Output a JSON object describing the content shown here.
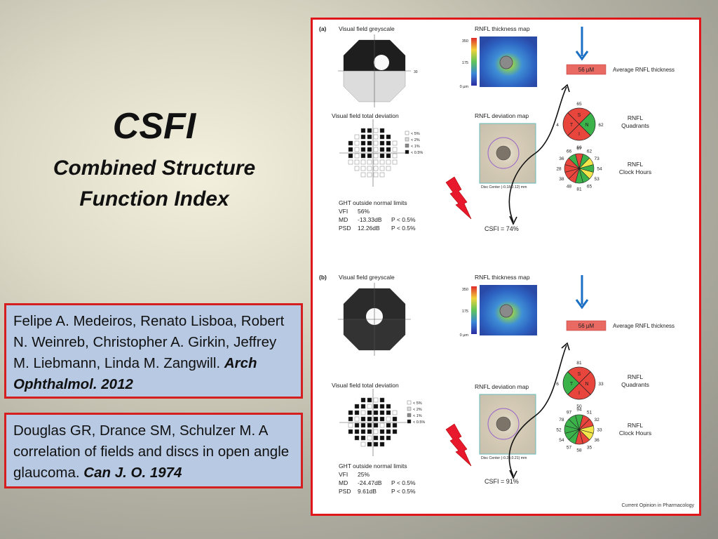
{
  "title": {
    "main": "CSFI",
    "sub_line1": "Combined Structure",
    "sub_line2": "Function Index"
  },
  "references": [
    {
      "authors": "Felipe A. Medeiros, Renato Lisboa, Robert N. Weinreb, Christopher A. Girkin, Jeffrey M. Liebmann, Linda M. Zangwill.",
      "journal": "Arch Ophthalmol. 2012"
    },
    {
      "authors": "Douglas GR, Drance SM, Schulzer M.  A correlation of fields and discs in open angle glaucoma.",
      "journal": "Can J. O. 1974"
    }
  ],
  "colors": {
    "border": "#d51e1e",
    "ref_bg": "#b7c9e3",
    "arrow_blue": "#1b6fc4",
    "lightning_red": "#e8192c",
    "green": "#3cb34a",
    "red": "#e8453c",
    "yellow": "#f3e64a"
  },
  "figure": {
    "footer": "Current Opinion in Pharmacology",
    "panels": [
      {
        "label": "(a)",
        "vf_greyscale": "Visual field greyscale",
        "vf_greyscale_tick": "30",
        "rnfl_map": "RNFL thickness map",
        "scale": [
          "350",
          "175",
          "0 µm"
        ],
        "avg_value": "56 µM",
        "avg_label": "Average RNFL thickness",
        "vf_total": "Visual field total deviation",
        "rnfl_dev": "RNFL deviation map",
        "disc_center": "Disc Center (-0.18,0.12) mm",
        "quadrants_label": [
          "RNFL",
          "Quadrants"
        ],
        "quadrant_letters": [
          "S",
          "N",
          "I",
          "T"
        ],
        "quadrant_values": [
          "65",
          "62",
          "66",
          "4"
        ],
        "quadrant_colors": [
          "#e8453c",
          "#3cb34a",
          "#e8453c",
          "#e8453c"
        ],
        "clock_label": [
          "RNFL",
          "Clock Hours"
        ],
        "clock_values": [
          "67",
          "62",
          "73",
          "54",
          "53",
          "65",
          "81",
          "48",
          "38",
          "28",
          "36",
          "66"
        ],
        "clock_colors": [
          "#e8453c",
          "#3cb34a",
          "#f3e64a",
          "#3cb34a",
          "#f3e64a",
          "#3cb34a",
          "#3cb34a",
          "#e8453c",
          "#e8453c",
          "#e8453c",
          "#e8453c",
          "#3cb34a"
        ],
        "legend": [
          "< 5%",
          "< 2%",
          "< 1%",
          "< 0.5%"
        ],
        "ght": "GHT outside normal limits",
        "stats": [
          [
            "VFI",
            "56%",
            ""
          ],
          [
            "MD",
            "-13.33dB",
            "P < 0.5%"
          ],
          [
            "PSD",
            "12.26dB",
            "P < 0.5%"
          ]
        ],
        "csfi": "CSFI = 74%"
      },
      {
        "label": "(b)",
        "vf_greyscale": "Visual field greyscale",
        "rnfl_map": "RNFL thickness map",
        "scale": [
          "350",
          "175",
          "0 µm"
        ],
        "avg_value": "56 µM",
        "avg_label": "Average RNFL thickness",
        "vf_total": "Visual field total deviation",
        "rnfl_dev": "RNFL deviation map",
        "disc_center": "Disc Center (-0.24,0.21) mm",
        "quadrants_label": [
          "RNFL",
          "Quadrants"
        ],
        "quadrant_letters": [
          "S",
          "N",
          "I",
          "T"
        ],
        "quadrant_values": [
          "81",
          "33",
          "50",
          "6"
        ],
        "quadrant_colors": [
          "#e8453c",
          "#e8453c",
          "#e8453c",
          "#3cb34a"
        ],
        "clock_label": [
          "RNFL",
          "Clock Hours"
        ],
        "clock_values": [
          "94",
          "51",
          "32",
          "33",
          "36",
          "35",
          "58",
          "57",
          "54",
          "52",
          "78",
          "97"
        ],
        "clock_colors": [
          "#3cb34a",
          "#e8453c",
          "#e8453c",
          "#f3e64a",
          "#f3e64a",
          "#e8453c",
          "#e8453c",
          "#3cb34a",
          "#3cb34a",
          "#3cb34a",
          "#3cb34a",
          "#3cb34a"
        ],
        "legend": [
          "< 5%",
          "< 2%",
          "< 1%",
          "< 0.5%"
        ],
        "ght": "GHT outside normal limits",
        "stats": [
          [
            "VFI",
            "25%",
            ""
          ],
          [
            "MD",
            "-24.47dB",
            "P < 0.5%"
          ],
          [
            "PSD",
            "9.61dB",
            "P < 0.5%"
          ]
        ],
        "csfi": "CSFI = 91%"
      }
    ]
  }
}
